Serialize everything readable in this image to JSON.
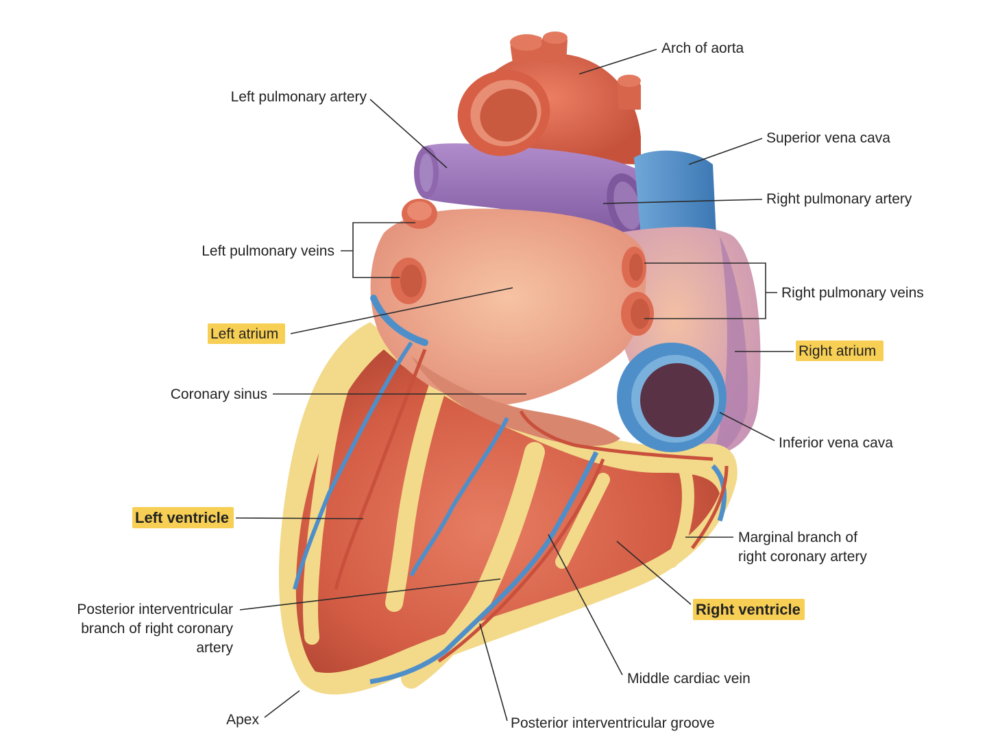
{
  "labels": {
    "arch_of_aorta": "Arch of aorta",
    "left_pulmonary_artery": "Left pulmonary artery",
    "superior_vena_cava": "Superior vena cava",
    "right_pulmonary_artery": "Right pulmonary artery",
    "left_pulmonary_veins": "Left pulmonary veins",
    "right_pulmonary_veins": "Right pulmonary veins",
    "left_atrium": "Left atrium",
    "right_atrium": "Right atrium",
    "coronary_sinus": "Coronary sinus",
    "inferior_vena_cava": "Inferior vena cava",
    "left_ventricle": "Left ventricle",
    "marginal_branch_line1": "Marginal branch of",
    "marginal_branch_line2": "right coronary artery",
    "right_ventricle": "Right ventricle",
    "posterior_iv_branch_line1": "Posterior interventricular",
    "posterior_iv_branch_line2": "branch of right coronary",
    "posterior_iv_branch_line3": "artery",
    "middle_cardiac_vein": "Middle cardiac vein",
    "apex": "Apex",
    "posterior_iv_groove": "Posterior interventricular groove"
  },
  "colors": {
    "highlight": "#f7cf55",
    "myocardium": "#d9644a",
    "fat": "#f3d98a",
    "artery": "#c8503c",
    "vein_blue": "#4f8fc9",
    "pulmonary_artery": "#9b72b8",
    "atrium": "#eda07f"
  }
}
